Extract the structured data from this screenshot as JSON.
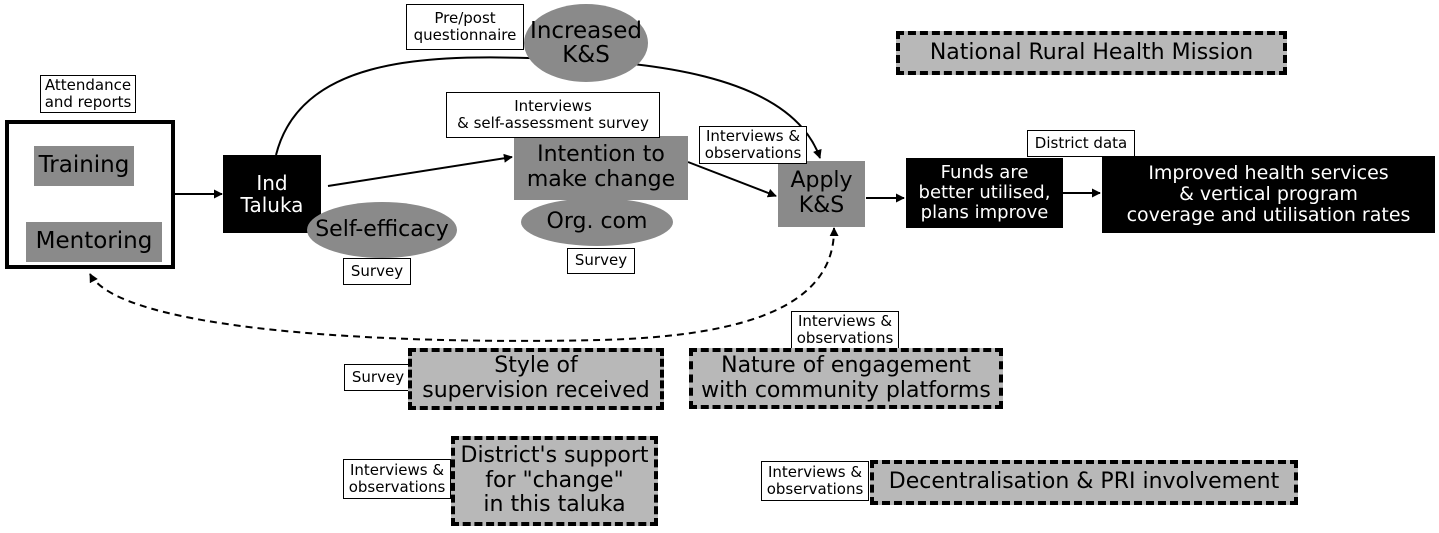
{
  "nodes": {
    "training": "Training",
    "mentoring": "Mentoring",
    "ind_taluka": "Ind\nTaluka",
    "self_efficacy": "Self-efficacy",
    "increased_ks": "Increased\nK&S",
    "intention": "Intention to\nmake change",
    "org_com": "Org. com",
    "apply_ks": "Apply\nK&S",
    "funds": "Funds are\nbetter utilised,\nplans improve",
    "improved": "Improved  health services\n& vertical program\ncoverage and utilisation rates"
  },
  "labels": {
    "attendance": "Attendance\nand reports",
    "pre_post": "Pre/post\nquestionnaire",
    "interviews_self": "Interviews\n& self-assessment survey",
    "interviews_obs_1": "Interviews &\nobservations",
    "district_data": "District data",
    "survey_1": "Survey",
    "survey_2": "Survey",
    "interviews_obs_2": "Interviews &\nobservations",
    "survey_3": "Survey",
    "interviews_obs_3": "Interviews &\nobservations",
    "interviews_obs_4": "Interviews &\nobservations"
  },
  "context": {
    "nrhm": "National Rural Health Mission",
    "supervision": "Style of\nsupervision received",
    "engagement": "Nature of engagement\nwith community platforms",
    "district_support": "District's support\nfor \"change\"\nin this taluka",
    "decentralisation": "Decentralisation & PRI involvement"
  }
}
